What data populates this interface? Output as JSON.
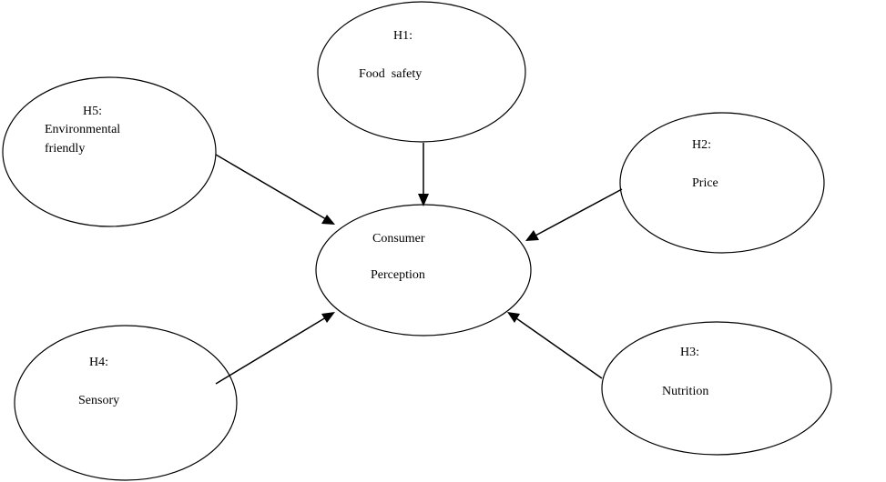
{
  "nodes": {
    "h1": {
      "code": "H1:",
      "label": "Food  safety"
    },
    "h2": {
      "code": "H2:",
      "label": "Price"
    },
    "h3": {
      "code": "H3:",
      "label": "Nutrition"
    },
    "h4": {
      "code": "H4:",
      "label": "Sensory"
    },
    "h5": {
      "code": "H5:",
      "label_line1": "Environmental",
      "label_line2": "friendly"
    },
    "center": {
      "label_line1": "Consumer",
      "label_line2": "Perception"
    }
  },
  "edges": [
    {
      "from": "h1",
      "to": "center"
    },
    {
      "from": "h2",
      "to": "center"
    },
    {
      "from": "h3",
      "to": "center"
    },
    {
      "from": "h4",
      "to": "center"
    },
    {
      "from": "h5",
      "to": "center"
    }
  ]
}
